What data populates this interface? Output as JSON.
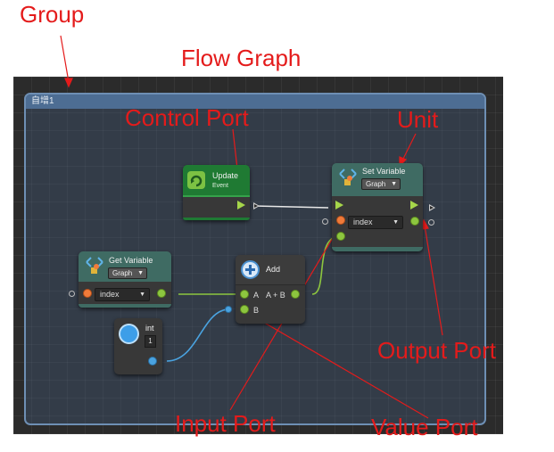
{
  "group": {
    "title": "自增1"
  },
  "nodes": {
    "update": {
      "title": "Update",
      "subtitle": "Event"
    },
    "set_variable": {
      "title": "Set Variable",
      "scope": "Graph",
      "variable": "index"
    },
    "get_variable": {
      "title": "Get Variable",
      "scope": "Graph",
      "variable": "index"
    },
    "add": {
      "title": "Add",
      "input_a": "A",
      "input_b": "B",
      "output": "A + B"
    },
    "int_literal": {
      "title": "int",
      "value": "1"
    }
  },
  "annotations": {
    "group": "Group",
    "flow_graph": "Flow Graph",
    "control_port": "Control Port",
    "unit": "Unit",
    "output_port": "Output Port",
    "input_port": "Input Port",
    "value_port": "Value Port"
  },
  "colors": {
    "annotation": "#e41b1b",
    "control_port": "#a6d64a",
    "value_port_number": "#8dc63f",
    "value_port_variable": "#f07b3a",
    "value_port_int": "#4aa3e0",
    "event_header": "#1f7a33",
    "unit_header": "#3f6b63"
  },
  "icons": {
    "update": "loop-arrow-icon",
    "variable": "diamond-variable-icon",
    "add": "plus-circle-icon",
    "int": "circle-icon"
  }
}
